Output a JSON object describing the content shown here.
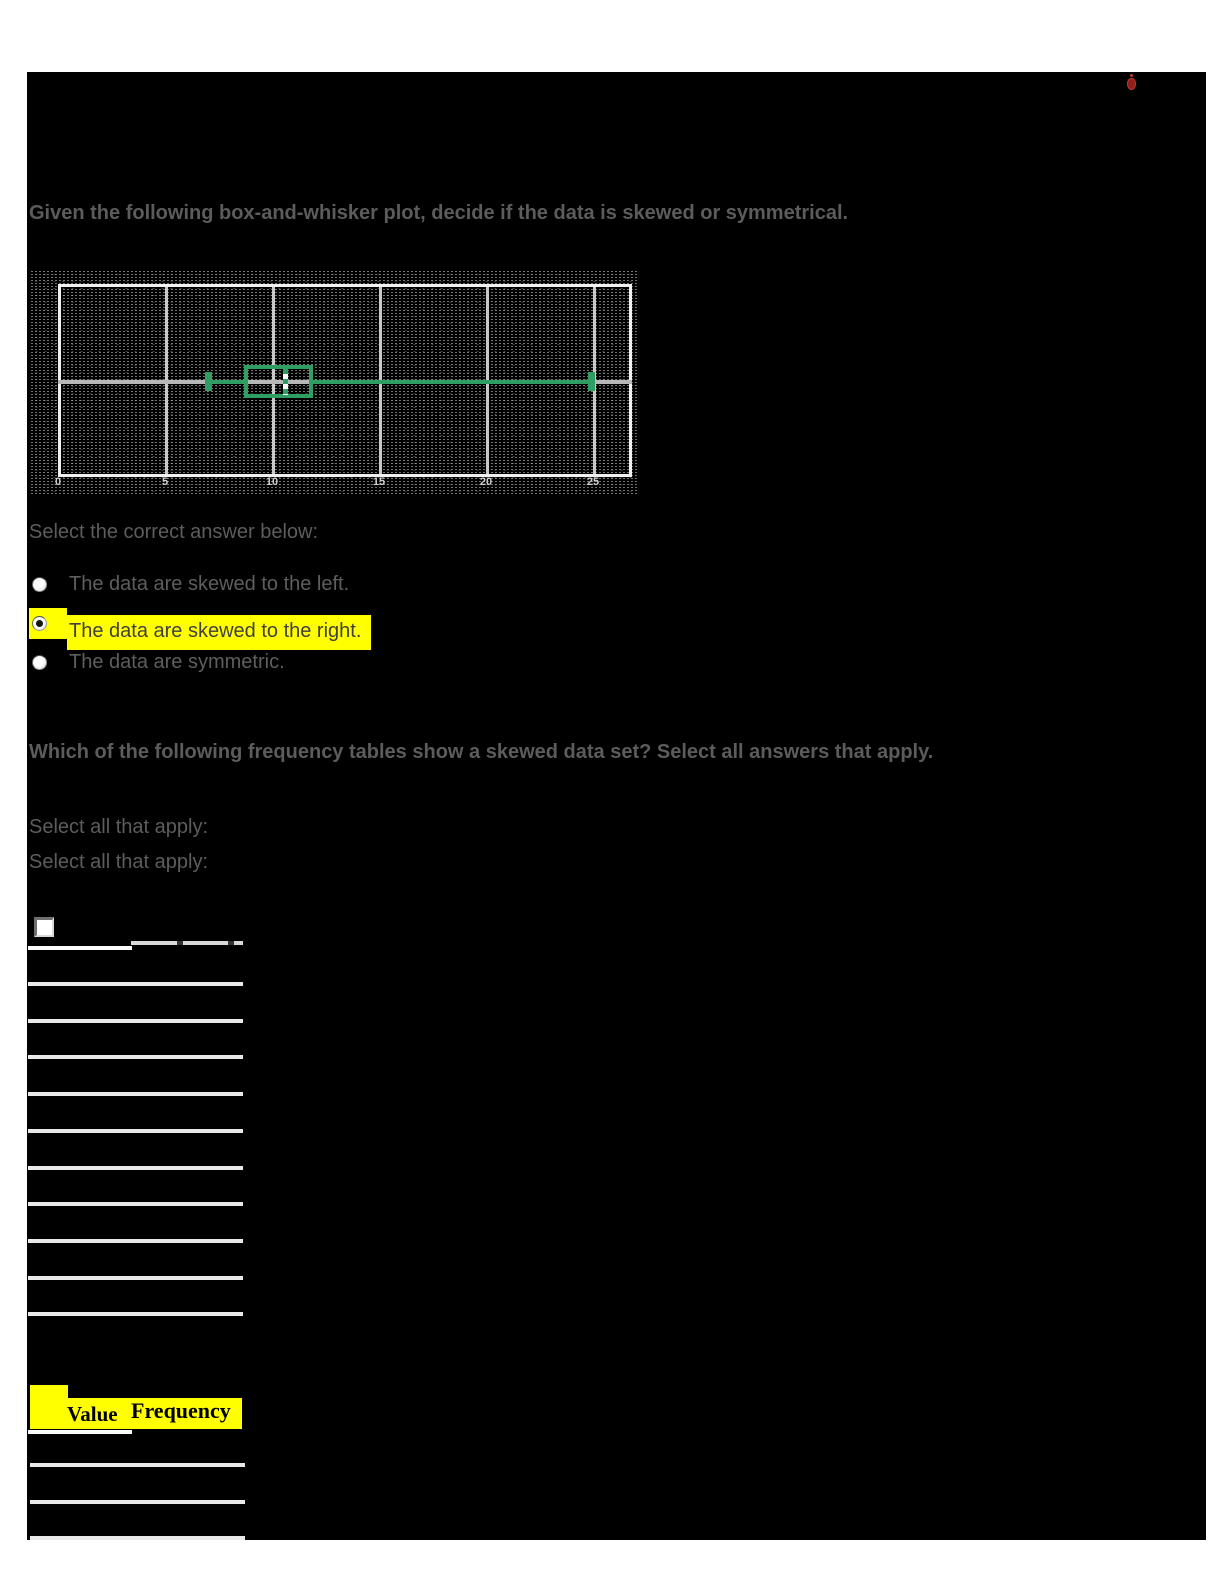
{
  "page": {
    "background": "#ffffff",
    "panel_background": "#000000",
    "highlight_color": "#ffff00"
  },
  "bookmark": {
    "icon": "flag-icon",
    "color": "#a8281f"
  },
  "question1": {
    "text": "Given the following box-and-whisker plot, decide if the data is skewed or symmetrical.",
    "prompt": "Select the correct answer below:",
    "options": [
      {
        "label": "The data are skewed to the left.",
        "selected": false,
        "highlighted": false
      },
      {
        "label": "The data are skewed to the right.",
        "selected": true,
        "highlighted": true
      },
      {
        "label": "The data are symmetric.",
        "selected": false,
        "highlighted": false
      }
    ]
  },
  "chart_data": {
    "type": "boxplot",
    "orientation": "horizontal",
    "title": "",
    "xlabel": "",
    "x_ticks": [
      0,
      5,
      10,
      15,
      20,
      25
    ],
    "x_tick_labels": [
      "0",
      "5",
      "10",
      "15",
      "20",
      "25"
    ],
    "xlim": [
      0,
      26.8
    ],
    "whisker_min": 7,
    "q1": 8.7,
    "median": 10.6,
    "q3": 11.9,
    "whisker_max": 24.9,
    "skew": "right",
    "box_color": "#2f9e63",
    "axis_line_color": "#b8b8b8",
    "grid": "dotted-white-on-black",
    "legend": "none"
  },
  "question2": {
    "text": "Which of the following frequency tables show a skewed data set? Select all answers that apply.",
    "prompt_a": "Select all that apply:",
    "prompt_b": "Select all that apply:",
    "answer_tables": [
      {
        "headers": [
          "",
          ""
        ],
        "header_visible": false,
        "row_count": 10,
        "highlighted": false,
        "cell_text_visible": false
      },
      {
        "headers": [
          "Value",
          "Frequency"
        ],
        "header_visible": true,
        "row_count": 3,
        "highlighted": true,
        "cell_text_visible": false
      }
    ]
  }
}
